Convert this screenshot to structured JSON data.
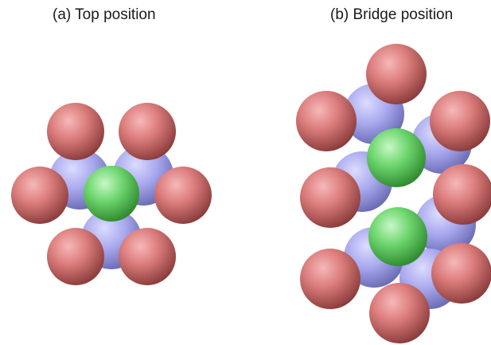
{
  "panels": [
    {
      "id": "a",
      "caption": "(a) Top position",
      "adsorbate_count": 1
    },
    {
      "id": "b",
      "caption": "(b) Bridge position",
      "adsorbate_count": 2
    }
  ],
  "colors": {
    "oxygen": "#d87272",
    "metal": "#a6a6ee",
    "adsorbate": "#6fd86f",
    "background": "#ffffff"
  }
}
